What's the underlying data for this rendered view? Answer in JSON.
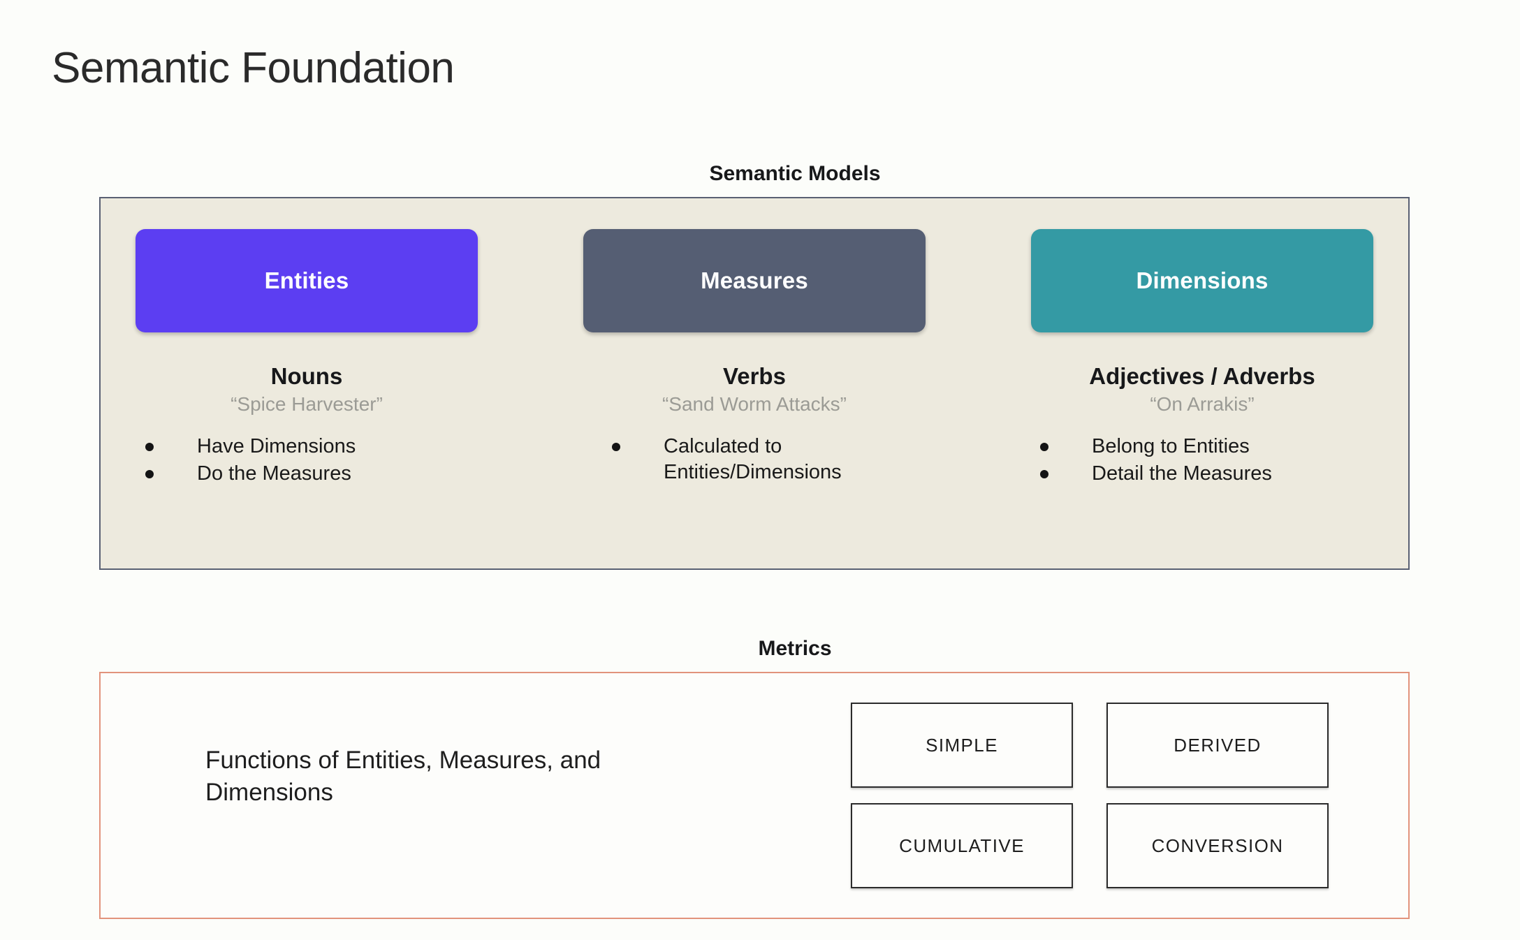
{
  "page": {
    "title": "Semantic Foundation",
    "background_color": "#fcfdfa"
  },
  "semantic_models": {
    "caption": "Semantic Models",
    "panel_bg_color": "#edeade",
    "panel_border_color": "#596073",
    "columns": [
      {
        "pill_label": "Entities",
        "pill_color": "#5c3ef2",
        "part_of_speech": "Nouns",
        "example": "“Spice Harvester”",
        "bullets": [
          "Have Dimensions",
          "Do the Measures"
        ]
      },
      {
        "pill_label": "Measures",
        "pill_color": "#555e73",
        "part_of_speech": "Verbs",
        "example": "“Sand Worm Attacks”",
        "bullets": [
          "Calculated to Entities/Dimensions"
        ]
      },
      {
        "pill_label": "Dimensions",
        "pill_color": "#349aa4",
        "part_of_speech": "Adjectives / Adverbs",
        "example": "“On Arrakis”",
        "bullets": [
          "Belong to Entities",
          "Detail the Measures"
        ]
      }
    ]
  },
  "metrics": {
    "caption": "Metrics",
    "panel_border_color": "#e2937c",
    "description": "Functions of Entities, Measures, and Dimensions",
    "types": [
      "SIMPLE",
      "DERIVED",
      "CUMULATIVE",
      "CONVERSION"
    ]
  }
}
